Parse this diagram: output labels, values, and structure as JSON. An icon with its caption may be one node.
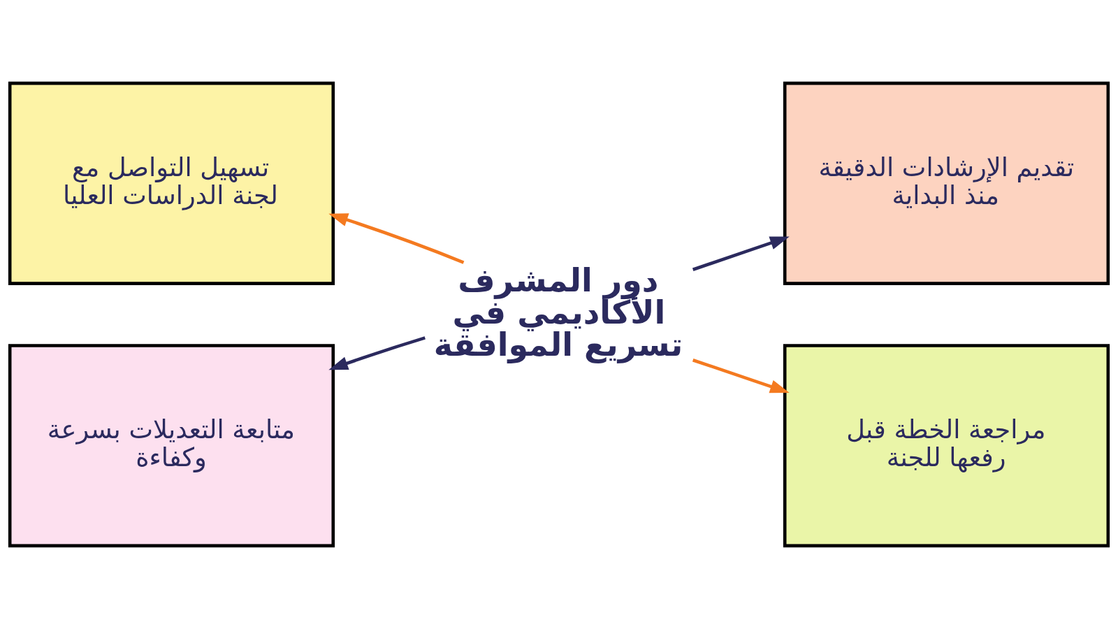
{
  "diagram": {
    "nodes": [
      {
        "text": [
          "دور المشرف الأكاديمي في تسريع الموافقة"
        ]
      },
      {
        "text": [
          "تسهيل التواصل مع لجنة الدراسات العليا"
        ]
      },
      {
        "text": [
          "تقديم الإرشادات الدقيقة منذ البداية"
        ]
      },
      {
        "text": [
          "متابعة التعديلات بسرعة وكفاءة"
        ]
      },
      {
        "text": [
          "مراجعة الخطة قبل رفعها للجنة"
        ]
      }
    ],
    "edges": [
      {
        "from": 0,
        "to": 1,
        "arrow": "to",
        "color": "#f47a20"
      },
      {
        "from": 0,
        "to": 2,
        "arrow": "to",
        "color": "#2b2a5e"
      },
      {
        "from": 0,
        "to": 3,
        "arrow": "to",
        "color": "#2b2a5e"
      },
      {
        "from": 0,
        "to": 4,
        "arrow": "to",
        "color": "#f47a20"
      }
    ]
  }
}
